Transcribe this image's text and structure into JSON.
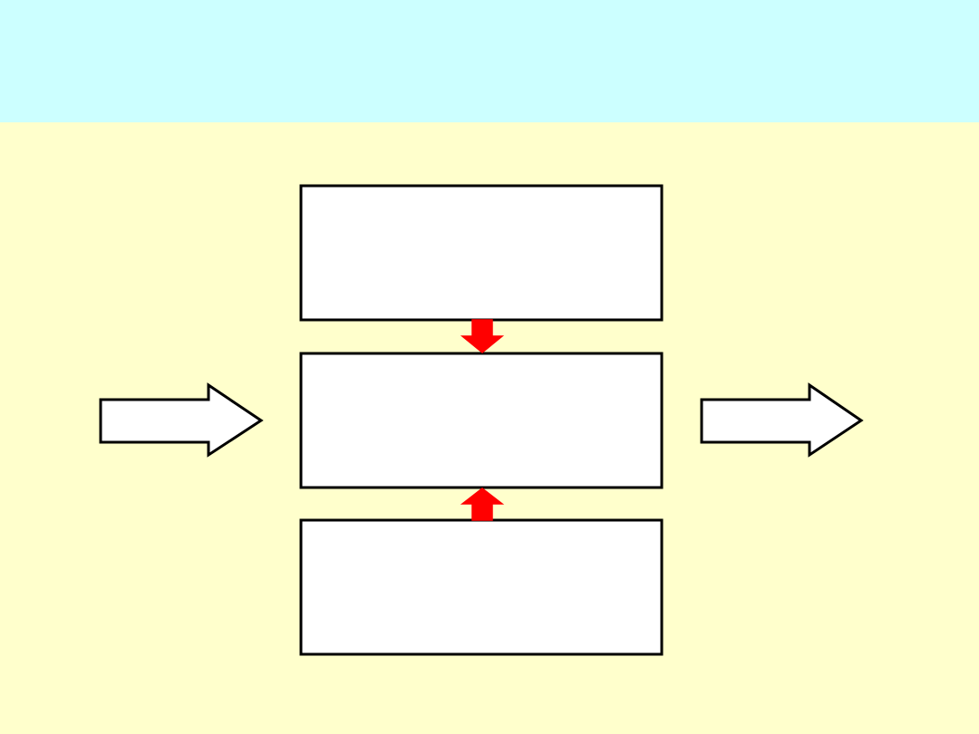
{
  "colors": {
    "title_band": "#CCFFFF",
    "canvas": "#FFFFCC",
    "box_fill": "#FFFFFF",
    "outline": "#000000",
    "connector_arrow": "#FF0000",
    "flow_arrow_fill": "#FFFFFF"
  },
  "diagram": {
    "boxes": [
      {
        "label": ""
      },
      {
        "label": ""
      },
      {
        "label": ""
      }
    ],
    "connectors": [
      {
        "direction": "down",
        "from": "top-box",
        "to": "middle-box"
      },
      {
        "direction": "up",
        "from": "bottom-box",
        "to": "middle-box"
      }
    ],
    "flow_arrows": [
      {
        "direction": "right",
        "role": "input"
      },
      {
        "direction": "right",
        "role": "output"
      }
    ]
  }
}
